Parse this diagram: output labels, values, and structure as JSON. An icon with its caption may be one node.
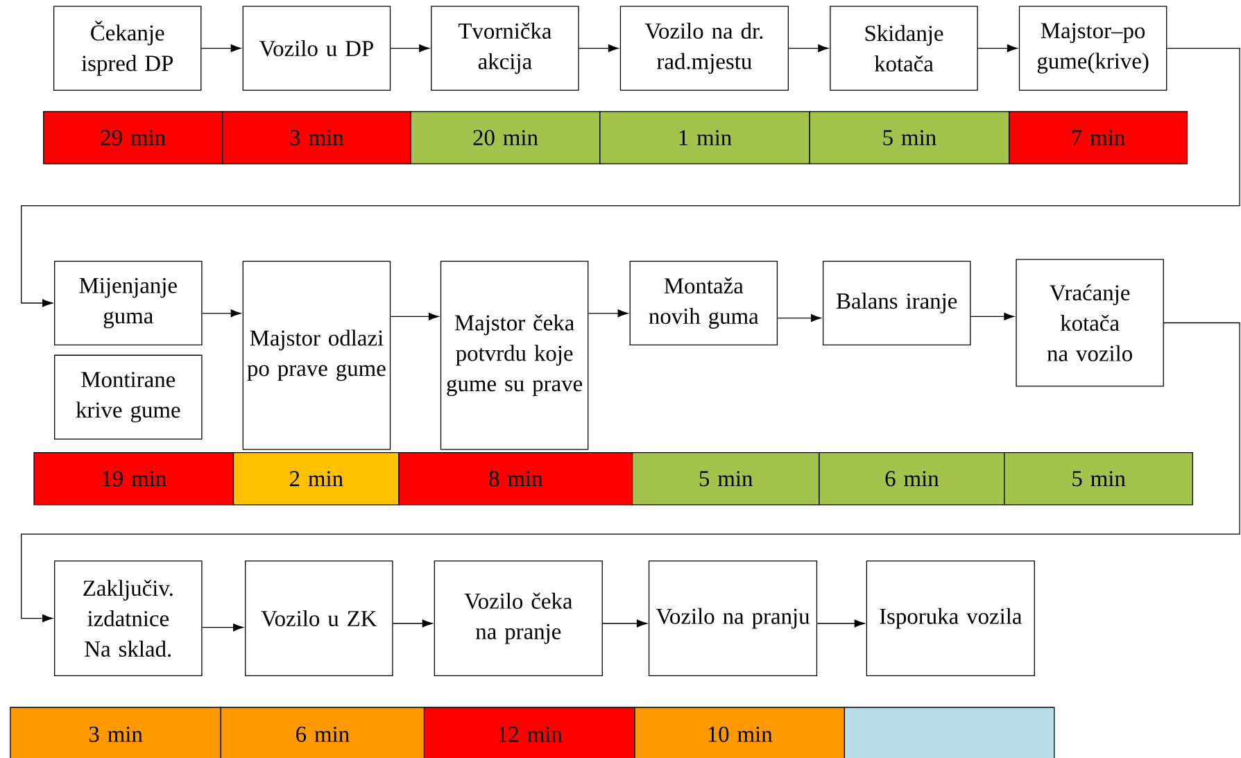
{
  "diagram": {
    "nodes": [
      {
        "text": [
          "Čekanje ispred DP"
        ]
      },
      {
        "text": [
          "Vozilo u DP"
        ]
      },
      {
        "text": [
          "Tvornička akcija"
        ]
      },
      {
        "text": [
          "Vozilo na dr. rad.mjestu"
        ]
      },
      {
        "text": [
          "Skidanje kotača"
        ]
      },
      {
        "text": [
          "Majstor–po gume(krive)"
        ]
      },
      {
        "text": [
          "29 min"
        ]
      },
      {
        "text": [
          "3 min"
        ]
      },
      {
        "text": [
          "20 min"
        ]
      },
      {
        "text": [
          "1 min"
        ]
      },
      {
        "text": [
          "5 min"
        ]
      },
      {
        "text": [
          "7 min"
        ]
      },
      {
        "text": [
          "Mijenjanje guma"
        ]
      },
      {
        "text": [
          "Montirane krive gume"
        ]
      },
      {
        "text": [
          "Majstor odlazi po prave gume"
        ]
      },
      {
        "text": [
          "Majstor čeka potvrdu koje gume su prave"
        ]
      },
      {
        "text": [
          "Montaža novih guma"
        ]
      },
      {
        "text": [
          "Balans iranje"
        ]
      },
      {
        "text": [
          "Vraćanje kotača na vozilo"
        ]
      },
      {
        "text": [
          "19 min"
        ]
      },
      {
        "text": [
          "2 min"
        ]
      },
      {
        "text": [
          "8 min"
        ]
      },
      {
        "text": [
          "5 min"
        ]
      },
      {
        "text": [
          "6 min"
        ]
      },
      {
        "text": [
          "5 min"
        ]
      },
      {
        "text": [
          "Zaključiv. izdatnice Na sklad."
        ]
      },
      {
        "text": [
          "Vozilo u ZK"
        ]
      },
      {
        "text": [
          "Vozilo čeka na pranje"
        ]
      },
      {
        "text": [
          "Vozilo na pranju"
        ]
      },
      {
        "text": [
          "Isporuka vozila"
        ]
      },
      {
        "text": [
          "3 min"
        ]
      },
      {
        "text": [
          "6 min"
        ]
      },
      {
        "text": [
          "12 min"
        ]
      },
      {
        "text": [
          "10 min"
        ]
      },
      {
        "text": [],
        "shape": "bar"
      }
    ],
    "edges": [
      {
        "from": 0,
        "to": 1,
        "arrow": "to"
      },
      {
        "from": 1,
        "to": 2,
        "arrow": "to"
      },
      {
        "from": 2,
        "to": 3,
        "arrow": "to"
      },
      {
        "from": 3,
        "to": 4,
        "arrow": "to"
      },
      {
        "from": 4,
        "to": 5,
        "arrow": "to"
      },
      {
        "from": 5,
        "to": 12,
        "arrow": "to"
      },
      {
        "from": 12,
        "to": 14,
        "arrow": "to"
      },
      {
        "from": 14,
        "to": 15,
        "arrow": "to"
      },
      {
        "from": 15,
        "to": 16,
        "arrow": "to"
      },
      {
        "from": 16,
        "to": 17,
        "arrow": "to"
      },
      {
        "from": 17,
        "to": 18,
        "arrow": "to"
      },
      {
        "from": 18,
        "to": 25,
        "arrow": "to"
      },
      {
        "from": 25,
        "to": 26,
        "arrow": "to"
      },
      {
        "from": 26,
        "to": 27,
        "arrow": "to"
      },
      {
        "from": 27,
        "to": 28,
        "arrow": "to"
      },
      {
        "from": 28,
        "to": 29,
        "arrow": "to"
      }
    ]
  }
}
